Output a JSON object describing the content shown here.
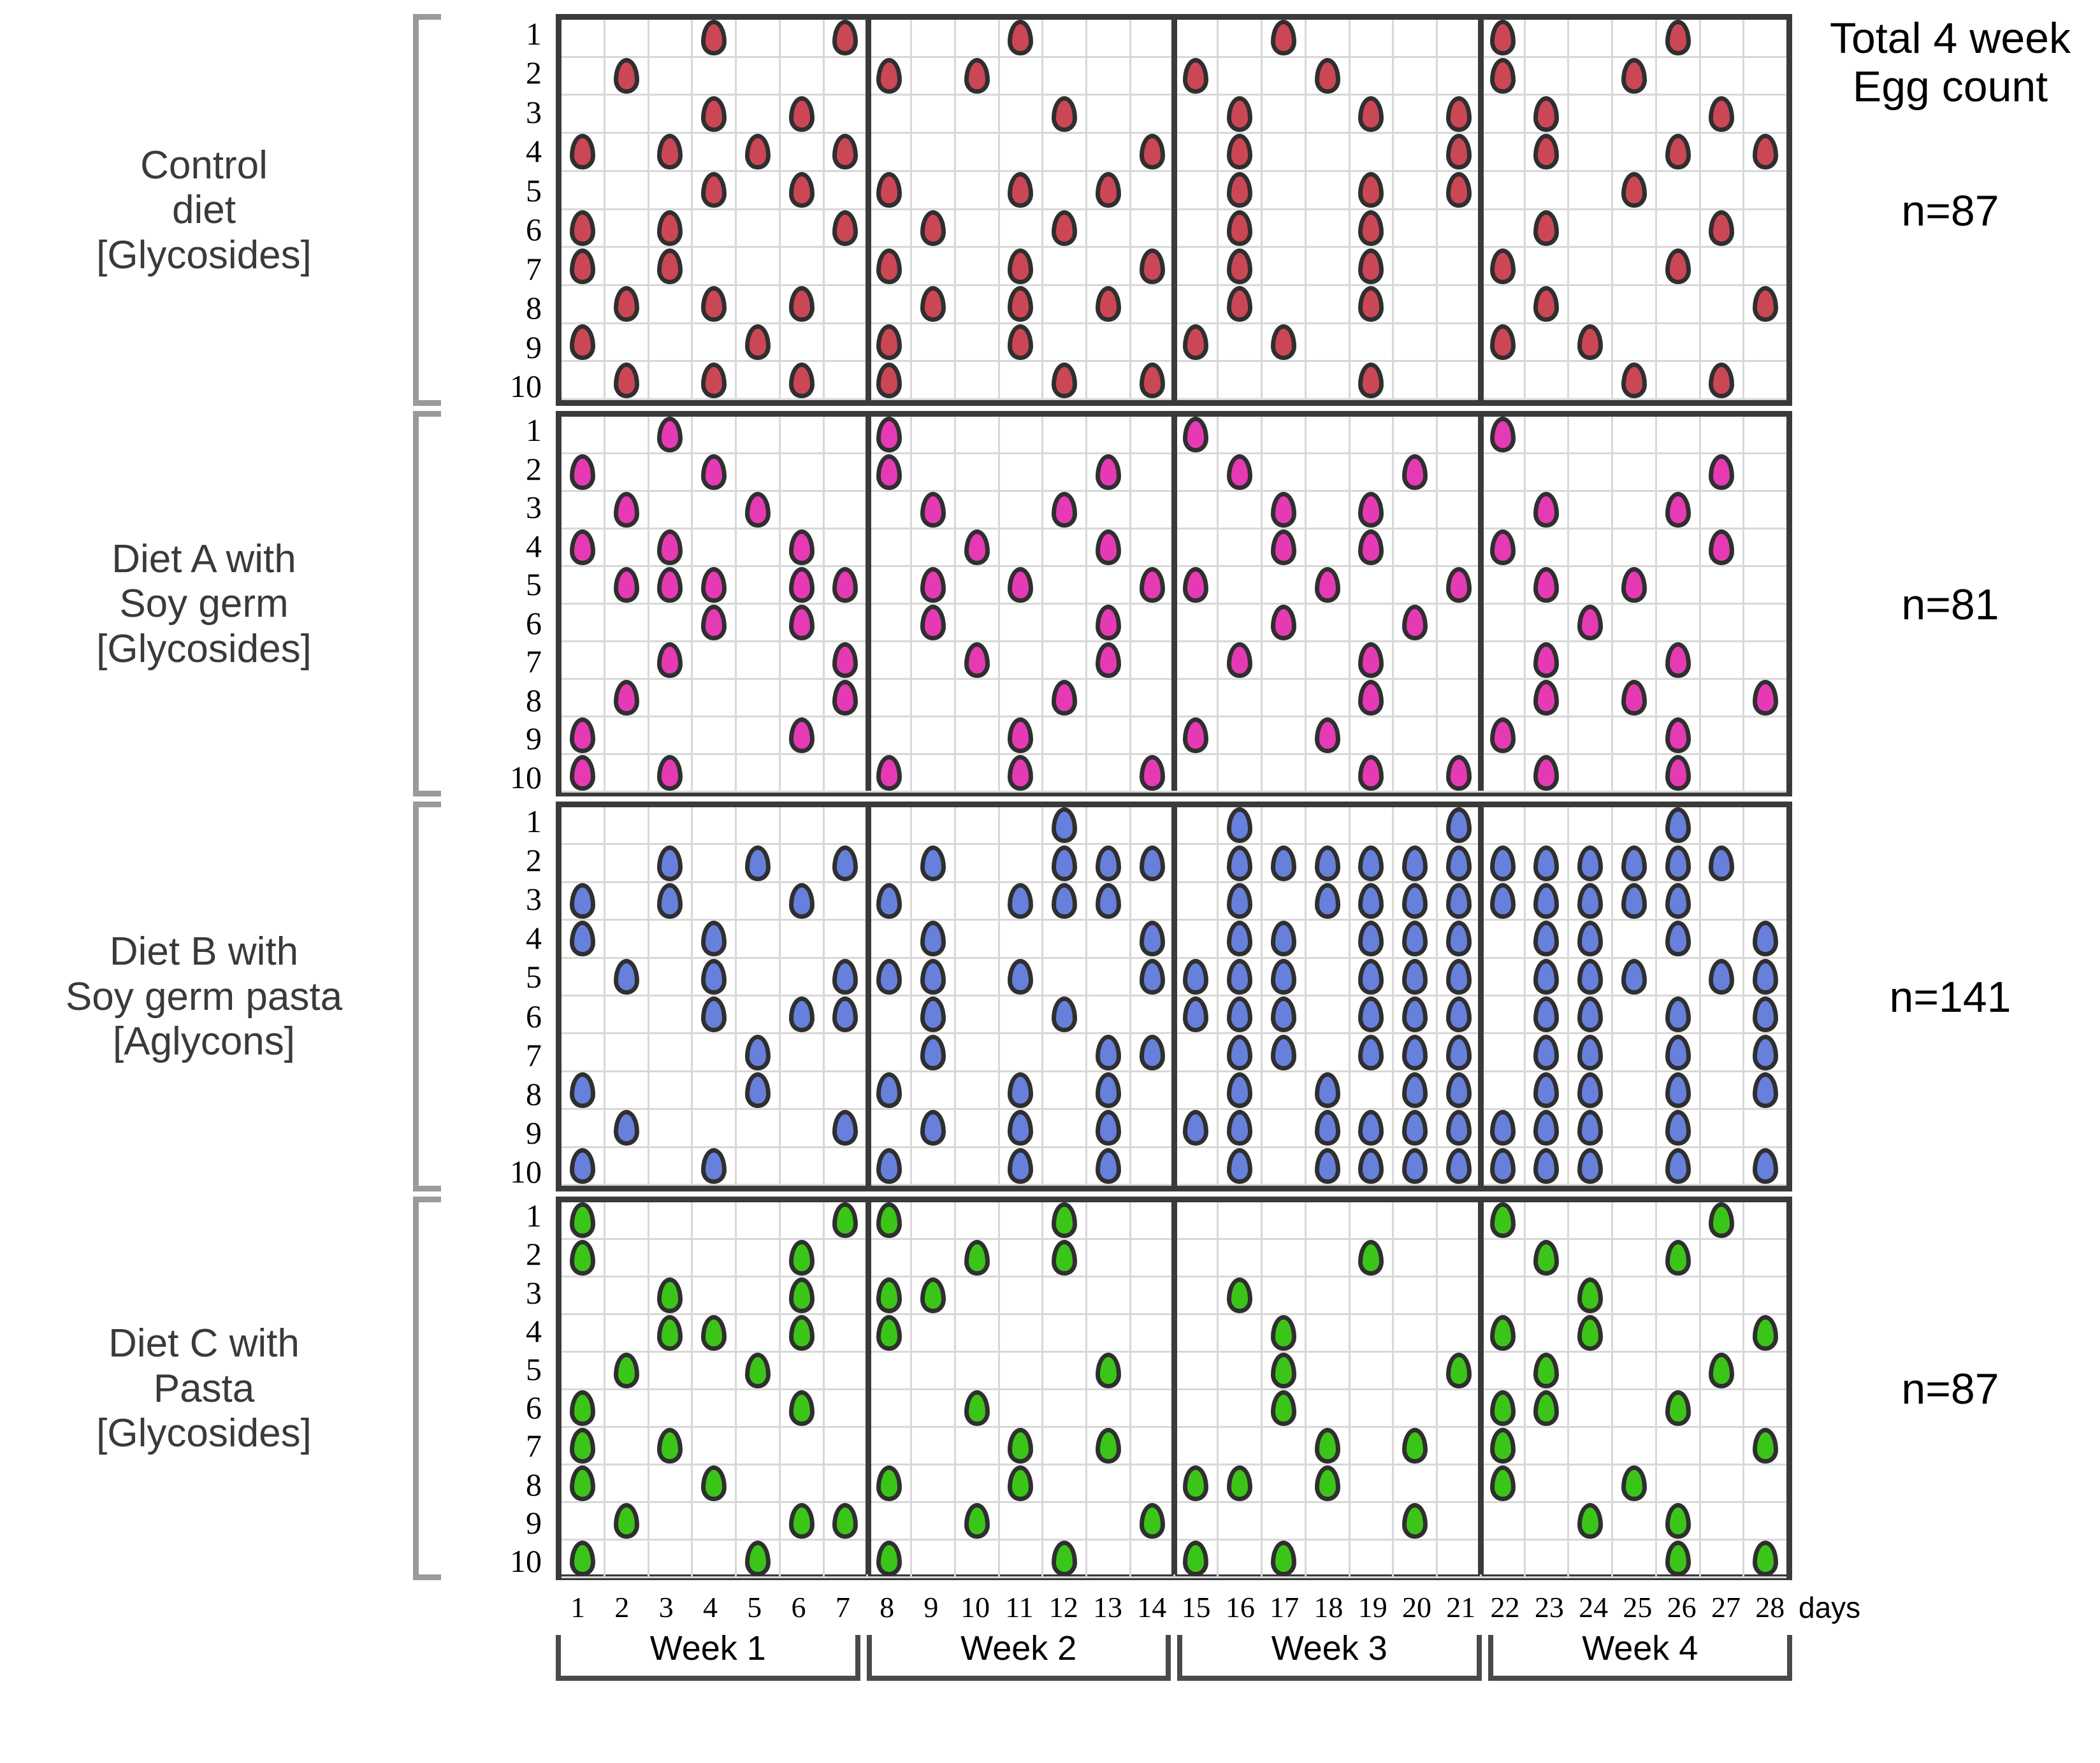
{
  "figure": {
    "days_axis_unit_label": "days",
    "day_ticks": [
      1,
      2,
      3,
      4,
      5,
      6,
      7,
      8,
      9,
      10,
      11,
      12,
      13,
      14,
      15,
      16,
      17,
      18,
      19,
      20,
      21,
      22,
      23,
      24,
      25,
      26,
      27,
      28
    ],
    "weeks": [
      "Week 1",
      "Week 2",
      "Week 3",
      "Week 4"
    ],
    "row_numbers": [
      1,
      2,
      3,
      4,
      5,
      6,
      7,
      8,
      9,
      10
    ],
    "right_header": [
      "Total 4 week",
      "Egg count"
    ]
  },
  "groups": [
    {
      "id": "control",
      "label_lines": [
        "Control",
        "diet",
        "[Glycosides]"
      ],
      "n_label": "n=87",
      "color": "#cc4755"
    },
    {
      "id": "diet-a",
      "label_lines": [
        "Diet A with",
        "Soy germ",
        "[Glycosides]"
      ],
      "n_label": "n=81",
      "color": "#e63ab5"
    },
    {
      "id": "diet-b",
      "label_lines": [
        "Diet B with",
        "Soy germ pasta",
        "[Aglycons]"
      ],
      "n_label": "n=141",
      "color": "#6780db"
    },
    {
      "id": "diet-c",
      "label_lines": [
        "Diet C with",
        "Pasta",
        "[Glycosides]"
      ],
      "n_label": "n=87",
      "color": "#3cc519"
    }
  ],
  "chart_data": {
    "type": "scatter",
    "title": "Total 4 week Egg count",
    "xlabel": "days",
    "ylabel": "",
    "xlim": [
      1,
      28
    ],
    "ylim": [
      1,
      10
    ],
    "grid": true,
    "legend_position": "none",
    "description": "Four stacked 10-row x 28-day grids; each filled egg glyph marks one egg laid by that animal (rows 1-10) on that day. Week dividers after days 7, 14 and 21.",
    "series": [
      {
        "name": "Control diet [Glycosides]",
        "color": "#cc4755",
        "n": 87,
        "points_by_row": {
          "1": [
            4,
            7,
            11,
            17,
            22,
            26
          ],
          "2": [
            2,
            8,
            10,
            15,
            18,
            22,
            25
          ],
          "3": [
            4,
            6,
            12,
            16,
            19,
            21,
            23,
            27
          ],
          "4": [
            1,
            3,
            5,
            7,
            14,
            16,
            21,
            23,
            26,
            28
          ],
          "5": [
            4,
            6,
            8,
            11,
            13,
            16,
            19,
            21,
            25
          ],
          "6": [
            1,
            3,
            7,
            9,
            12,
            16,
            19,
            23,
            27
          ],
          "7": [
            1,
            3,
            8,
            11,
            14,
            16,
            19,
            22,
            26
          ],
          "8": [
            2,
            4,
            6,
            9,
            11,
            13,
            16,
            19,
            23,
            28
          ],
          "9": [
            1,
            5,
            8,
            11,
            15,
            17,
            22,
            24
          ],
          "10": [
            2,
            4,
            6,
            8,
            12,
            14,
            19,
            25,
            27
          ]
        }
      },
      {
        "name": "Diet A with Soy germ [Glycosides]",
        "color": "#e63ab5",
        "n": 81,
        "points_by_row": {
          "1": [
            3,
            8,
            15,
            22
          ],
          "2": [
            1,
            4,
            8,
            13,
            16,
            20,
            27
          ],
          "3": [
            2,
            5,
            9,
            12,
            17,
            19,
            23,
            26
          ],
          "4": [
            1,
            3,
            6,
            10,
            13,
            17,
            19,
            22,
            27
          ],
          "5": [
            2,
            3,
            4,
            6,
            7,
            9,
            11,
            14,
            15,
            18,
            21,
            23,
            25
          ],
          "6": [
            4,
            6,
            9,
            13,
            17,
            20,
            24
          ],
          "7": [
            3,
            7,
            10,
            13,
            16,
            19,
            23,
            26
          ],
          "8": [
            2,
            7,
            12,
            19,
            23,
            25,
            28
          ],
          "9": [
            1,
            6,
            11,
            15,
            18,
            22,
            26
          ],
          "10": [
            1,
            3,
            8,
            11,
            14,
            19,
            21,
            23,
            26
          ]
        }
      },
      {
        "name": "Diet B with Soy germ pasta [Aglycons]",
        "color": "#6780db",
        "n": 141,
        "points_by_row": {
          "1": [
            12,
            16,
            21,
            26
          ],
          "2": [
            3,
            5,
            7,
            9,
            12,
            13,
            14,
            16,
            17,
            18,
            19,
            20,
            21,
            22,
            23,
            24,
            25,
            26,
            27
          ],
          "3": [
            1,
            3,
            6,
            8,
            11,
            12,
            13,
            16,
            18,
            19,
            20,
            21,
            22,
            23,
            24,
            25,
            26
          ],
          "4": [
            1,
            4,
            9,
            14,
            16,
            17,
            19,
            20,
            21,
            23,
            24,
            26,
            28
          ],
          "5": [
            2,
            4,
            7,
            8,
            9,
            11,
            14,
            15,
            16,
            17,
            19,
            20,
            21,
            23,
            24,
            25,
            27,
            28
          ],
          "6": [
            4,
            6,
            7,
            9,
            12,
            15,
            16,
            17,
            19,
            20,
            21,
            23,
            24,
            26,
            28
          ],
          "7": [
            5,
            9,
            13,
            14,
            16,
            17,
            19,
            20,
            21,
            23,
            24,
            26,
            28
          ],
          "8": [
            1,
            5,
            8,
            11,
            13,
            16,
            18,
            20,
            21,
            23,
            24,
            26,
            28
          ],
          "9": [
            2,
            7,
            9,
            11,
            13,
            15,
            16,
            18,
            19,
            20,
            21,
            22,
            23,
            24,
            26
          ],
          "10": [
            1,
            4,
            8,
            11,
            13,
            16,
            18,
            19,
            20,
            21,
            22,
            23,
            24,
            26,
            28
          ]
        }
      },
      {
        "name": "Diet C with Pasta [Glycosides]",
        "color": "#3cc519",
        "n": 87,
        "points_by_row": {
          "1": [
            1,
            7,
            8,
            12,
            22,
            27
          ],
          "2": [
            1,
            6,
            10,
            12,
            19,
            23,
            26
          ],
          "3": [
            3,
            6,
            8,
            9,
            16,
            24
          ],
          "4": [
            3,
            4,
            6,
            8,
            17,
            22,
            24,
            28
          ],
          "5": [
            2,
            5,
            13,
            17,
            21,
            23,
            27
          ],
          "6": [
            1,
            6,
            10,
            17,
            22,
            23,
            26
          ],
          "7": [
            1,
            3,
            11,
            13,
            18,
            20,
            22,
            28
          ],
          "8": [
            1,
            4,
            8,
            11,
            15,
            16,
            18,
            22,
            25
          ],
          "9": [
            2,
            6,
            7,
            10,
            14,
            20,
            24,
            26
          ],
          "10": [
            1,
            5,
            8,
            12,
            15,
            17,
            26,
            28
          ]
        }
      }
    ]
  }
}
